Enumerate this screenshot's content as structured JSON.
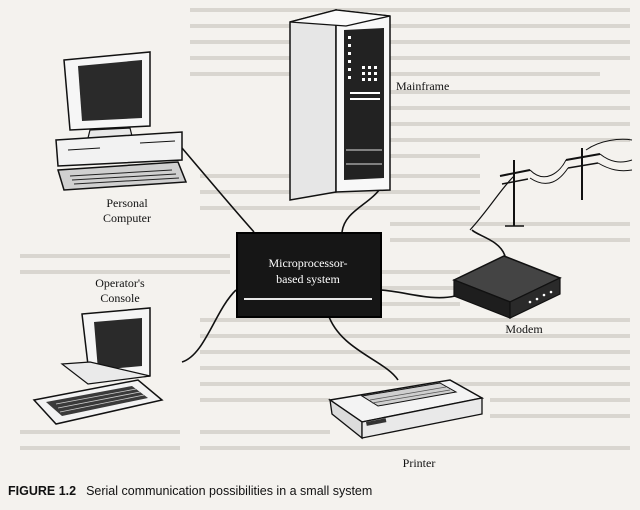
{
  "devices": {
    "personal_computer": "Personal\nComputer",
    "mainframe": "Mainframe",
    "operators_console": "Operator's\nConsole",
    "microprocessor_system": "Microprocessor-\nbased system",
    "modem": "Modem",
    "printer": "Printer"
  },
  "caption": {
    "number": "FIGURE 1.2",
    "text": "Serial communication possibilities in a small system"
  }
}
